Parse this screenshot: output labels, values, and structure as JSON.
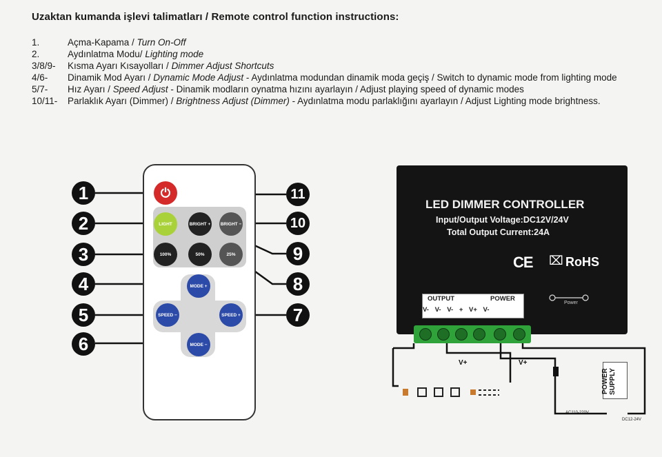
{
  "title": "Uzaktan kumanda işlevi talimatları / Remote control function instructions:",
  "instructions": [
    {
      "num": "1.",
      "tr": "Açma-Kapama / ",
      "en": "Turn On-Off",
      "extra": ""
    },
    {
      "num": "2.",
      "tr": "Aydınlatma Modu/ ",
      "en": "Lighting mode",
      "extra": ""
    },
    {
      "num": "3/8/9-",
      "tr": "Kısma Ayarı Kısayolları / ",
      "en": "Dimmer Adjust Shortcuts",
      "extra": ""
    },
    {
      "num": "4/6-",
      "tr": "Dinamik Mod Ayarı / ",
      "en": "Dynamic Mode Adjust",
      "extra": " - Aydınlatma modundan dinamik moda geçiş / Switch to dynamic mode from lighting mode"
    },
    {
      "num": "5/7-",
      "tr": "Hız Ayarı / ",
      "en": "Speed Adjust",
      "extra": " - Dinamik modların oynatma hızını ayarlayın / Adjust playing speed of dynamic modes"
    },
    {
      "num": "10/11-",
      "tr": "Parlaklık Ayarı (Dimmer) / ",
      "en": "Brightness Adjust (Dimmer)",
      "extra": " - Aydınlatma modu parlaklığını ayarlayın / Adjust Lighting mode brightness."
    }
  ],
  "remote": {
    "light": "LIGHT",
    "bright_up": "BRIGHT +",
    "bright_down": "BRIGHT −",
    "p100": "100%",
    "p50": "50%",
    "p25": "25%",
    "mode_up": "MODE +",
    "mode_down": "MODE −",
    "speed_down": "SPEED −",
    "speed_up": "SPEED +"
  },
  "callouts": [
    "1",
    "2",
    "3",
    "4",
    "5",
    "6",
    "7",
    "8",
    "9",
    "10",
    "11"
  ],
  "controller": {
    "title": "LED DIMMER CONTROLLER",
    "line1": "Input/Output Voltage:DC12V/24V",
    "line2": "Total Output Current:24A",
    "ce": "CE",
    "rohs": "RoHS",
    "output": "OUTPUT",
    "power": "POWER",
    "terminal_labels": "V- V- V- + V+ V-",
    "power_symbol_label": "Power",
    "wire_v1": "V+",
    "wire_v2": "V+",
    "ps": "POWER SUPPLY",
    "ac": "AC110-220V",
    "dc": "DC12-24V"
  },
  "colors": {
    "red": "#d52a2a",
    "green": "#a9d13a",
    "blue": "#2c4aa8",
    "terminal": "#2fa23a"
  }
}
